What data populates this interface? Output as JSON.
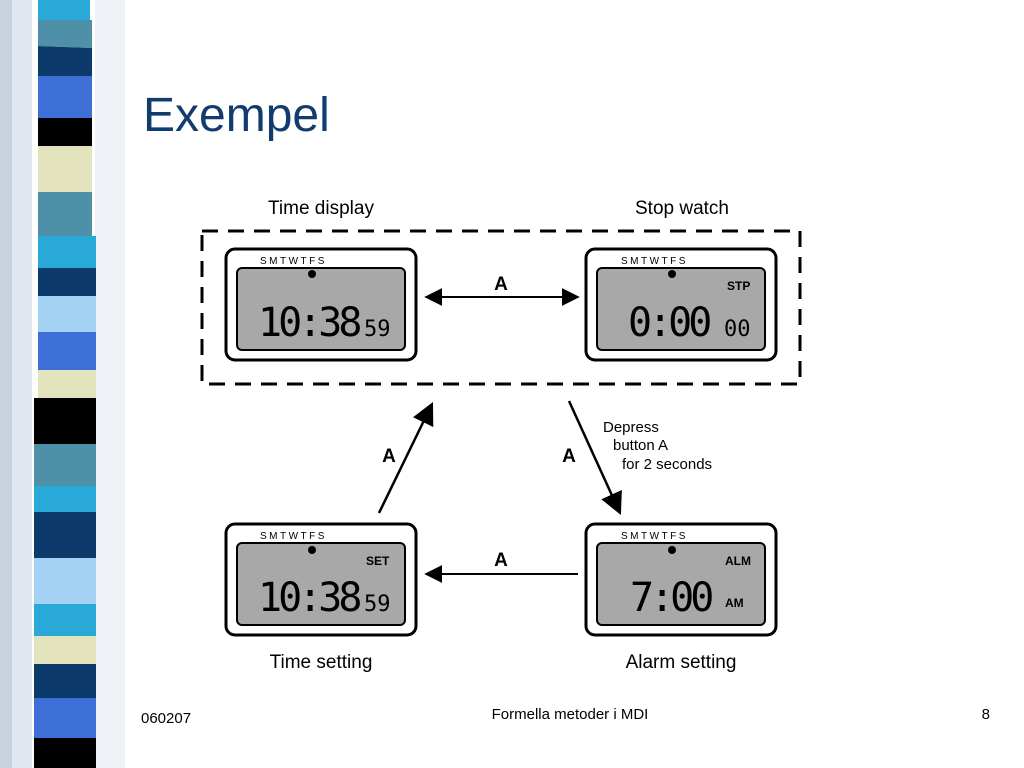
{
  "slide": {
    "title": "Exempel",
    "footer_date": "060207",
    "footer_center": "Formella metoder i MDI",
    "page_number": "8"
  },
  "diagram": {
    "labels": {
      "time_display": "Time display",
      "stop_watch": "Stop watch",
      "time_setting": "Time setting",
      "alarm_setting": "Alarm setting"
    },
    "days": "SMTWTFS",
    "watches": {
      "time_display": {
        "digits": "10:38",
        "small": "59",
        "badge": ""
      },
      "stop_watch": {
        "digits": "0:00",
        "small": "00",
        "badge": "STP"
      },
      "time_setting": {
        "digits": "10:38",
        "small": "59",
        "badge": "SET"
      },
      "alarm_setting": {
        "digits": "7:00",
        "small": "",
        "badge": "ALM",
        "badge2": "AM"
      }
    },
    "transitions": {
      "top": "A",
      "left": "A",
      "right": "A",
      "bottom": "A"
    },
    "note": {
      "line1": "Depress",
      "line2": "button A",
      "line3": "for 2 seconds"
    }
  },
  "colors": {
    "title": "#123c6e",
    "lcd": "#a8a8a8",
    "stripe_palette": [
      "#29a9d8",
      "#0b3a6b",
      "#3d6fd6",
      "#e3e3bd",
      "#000000",
      "#4e90a8",
      "#a3d2f5"
    ]
  }
}
